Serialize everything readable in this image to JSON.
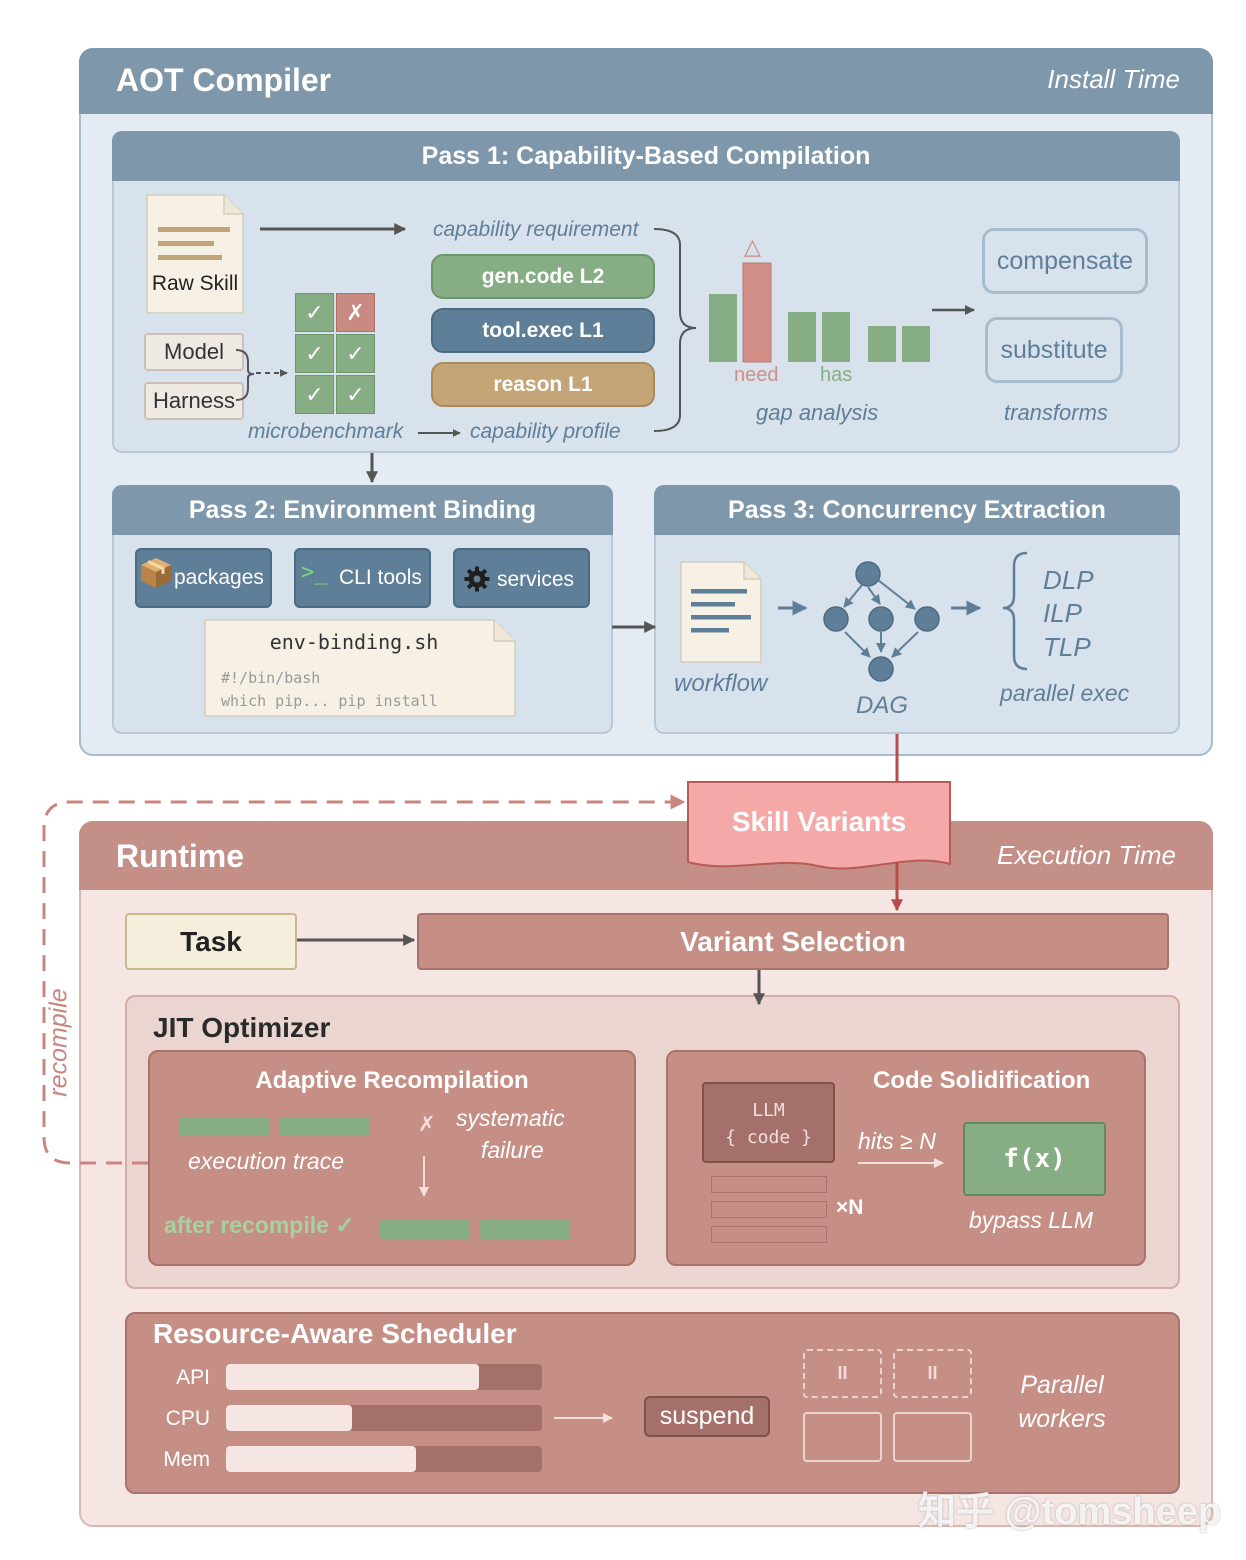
{
  "aot": {
    "title": "AOT Compiler",
    "time_label": "Install Time",
    "pass1": {
      "title": "Pass 1: Capability-Based Compilation",
      "raw_skill": "Raw Skill",
      "model": "Model",
      "harness": "Harness",
      "check": "✓",
      "cross": "✗",
      "microbenchmark": "microbenchmark",
      "capability_requirement": "capability requirement",
      "capability_profile": "capability profile",
      "pills": [
        "gen.code L2",
        "tool.exec L1",
        "reason L1"
      ],
      "delta": "△",
      "need": "need",
      "has": "has",
      "gap_analysis": "gap analysis",
      "compensate": "compensate",
      "substitute": "substitute",
      "transforms": "transforms"
    },
    "pass2": {
      "title": "Pass 2: Environment Binding",
      "packages": "packages",
      "cli_prompt": ">_",
      "cli_tools": "CLI tools",
      "services": "services",
      "script_name": "env-binding.sh",
      "script_line1": "#!/bin/bash",
      "script_line2": "which pip... pip install"
    },
    "pass3": {
      "title": "Pass 3: Concurrency Extraction",
      "workflow": "workflow",
      "dag": "DAG",
      "dlp": "DLP",
      "ilp": "ILP",
      "tlp": "TLP",
      "parallel_exec": "parallel exec"
    }
  },
  "skill_variants": "Skill Variants",
  "recompile": "recompile",
  "runtime": {
    "title": "Runtime",
    "time_label": "Execution Time",
    "task": "Task",
    "variant_selection": "Variant Selection",
    "jit": {
      "title": "JIT Optimizer",
      "adaptive": {
        "title": "Adaptive Recompilation",
        "execution_trace": "execution trace",
        "cross": "✗",
        "systematic": "systematic",
        "failure": "failure",
        "after_recompile": "after recompile ✓"
      },
      "solidify": {
        "title": "Code Solidification",
        "llm": "LLM",
        "code": "{  code  }",
        "hits": "hits ≥ N",
        "times_n": "×N",
        "fx": "f(x)",
        "bypass": "bypass LLM"
      }
    },
    "scheduler": {
      "title": "Resource-Aware Scheduler",
      "resources": [
        {
          "name": "API",
          "used": 0.8
        },
        {
          "name": "CPU",
          "used": 0.4
        },
        {
          "name": "Mem",
          "used": 0.6
        }
      ],
      "suspend": "suspend",
      "pause": "II",
      "parallel_line1": "Parallel",
      "parallel_line2": "workers"
    }
  },
  "watermark": "知乎 @tomsheep",
  "colors": {
    "aot_header": "#7f97ab",
    "aot_bg": "#e4ebf2",
    "pass_bg": "#d8e2ec",
    "slate": "#5f7e98",
    "green": "#86ad84",
    "red_bar": "#d18e86",
    "tan": "#c4a577",
    "runtime_header": "#c48f87",
    "runtime_bg": "#f5e6e3",
    "variants": "#f4a9a8",
    "box_red": "#c68f86",
    "dark_red": "#a5706a",
    "fx_green": "#86ad84"
  }
}
